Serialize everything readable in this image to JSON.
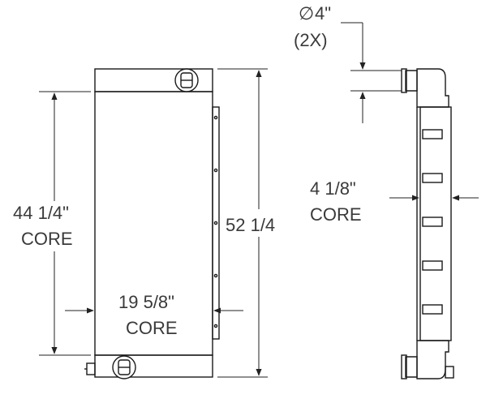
{
  "labels": {
    "core_height": "44 1/4\"",
    "core_height_core": "CORE",
    "overall_height": "52 1/4",
    "core_width": "19 5/8\"",
    "core_width_core": "CORE",
    "core_depth": "4 1/8\"",
    "core_depth_core": "CORE",
    "port_diameter_symbol": "∅",
    "port_diameter": "4\"",
    "port_count": "(2X)"
  }
}
